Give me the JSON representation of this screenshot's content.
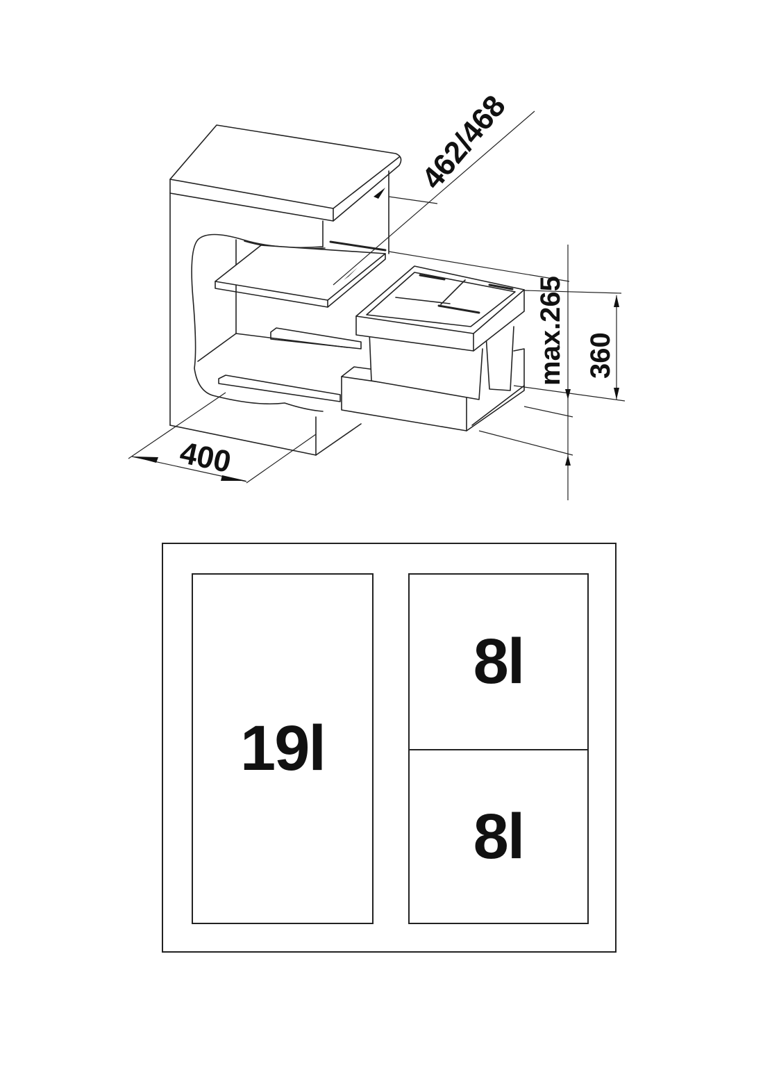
{
  "isometric_view": {
    "dimensions": {
      "depth": "462/468",
      "height_max": "max.265",
      "bin_height": "360",
      "width": "400"
    }
  },
  "plan_view": {
    "compartments": [
      {
        "id": "large",
        "label": "19l"
      },
      {
        "id": "top-right",
        "label": "8l"
      },
      {
        "id": "bottom-right",
        "label": "8l"
      }
    ]
  },
  "colors": {
    "line": "#222222",
    "background": "#ffffff"
  }
}
